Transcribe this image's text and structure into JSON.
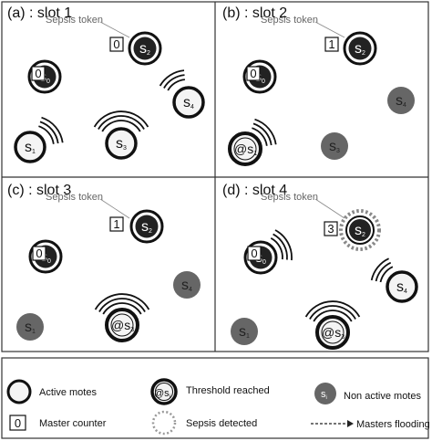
{
  "panels": [
    {
      "title": "(a) : slot 1",
      "token_label": "Sepsis token",
      "counters": [
        {
          "node": "s0",
          "value": "0"
        },
        {
          "node": "s2",
          "value": "0"
        }
      ],
      "nodes": [
        {
          "id": "s0",
          "label": "s",
          "sub": "0",
          "style": "dark-ring"
        },
        {
          "id": "s1",
          "label": "s",
          "sub": "1",
          "style": "active"
        },
        {
          "id": "s2",
          "label": "s",
          "sub": "2",
          "style": "dark-ring"
        },
        {
          "id": "s3",
          "label": "s",
          "sub": "3",
          "style": "active"
        },
        {
          "id": "s4",
          "label": "s",
          "sub": "4",
          "style": "active"
        }
      ]
    },
    {
      "title": "(b) : slot 2",
      "token_label": "Sepsis token",
      "counters": [
        {
          "node": "s0",
          "value": "0"
        },
        {
          "node": "s2",
          "value": "1"
        }
      ],
      "nodes": [
        {
          "id": "s0",
          "label": "s",
          "sub": "0",
          "style": "dark-ring"
        },
        {
          "id": "s1",
          "label": "@s",
          "sub": "1",
          "style": "threshold"
        },
        {
          "id": "s2",
          "label": "s",
          "sub": "2",
          "style": "dark-ring"
        },
        {
          "id": "s3",
          "label": "s",
          "sub": "3",
          "style": "inactive"
        },
        {
          "id": "s4",
          "label": "s",
          "sub": "4",
          "style": "inactive"
        }
      ]
    },
    {
      "title": "(c) : slot 3",
      "token_label": "Sepsis token",
      "counters": [
        {
          "node": "s0",
          "value": "0"
        },
        {
          "node": "s2",
          "value": "1"
        }
      ],
      "nodes": [
        {
          "id": "s0",
          "label": "s",
          "sub": "0",
          "style": "dark-ring"
        },
        {
          "id": "s1",
          "label": "s",
          "sub": "1",
          "style": "inactive"
        },
        {
          "id": "s2",
          "label": "s",
          "sub": "2",
          "style": "dark-ring"
        },
        {
          "id": "s3",
          "label": "@s",
          "sub": "3",
          "style": "threshold"
        },
        {
          "id": "s4",
          "label": "s",
          "sub": "4",
          "style": "inactive"
        }
      ]
    },
    {
      "title": "(d) : slot 4",
      "token_label": "Sepsis token",
      "counters": [
        {
          "node": "s0",
          "value": "0"
        },
        {
          "node": "s2",
          "value": "3"
        }
      ],
      "nodes": [
        {
          "id": "s0",
          "label": "s",
          "sub": "0",
          "style": "dark-ring"
        },
        {
          "id": "s1",
          "label": "s",
          "sub": "1",
          "style": "inactive"
        },
        {
          "id": "s2",
          "label": "s",
          "sub": "2",
          "style": "sepsis"
        },
        {
          "id": "s3",
          "label": "@s",
          "sub": "3",
          "style": "threshold"
        },
        {
          "id": "s4",
          "label": "s",
          "sub": "4",
          "style": "active"
        }
      ]
    }
  ],
  "legend": {
    "active_motes": "Active motes",
    "threshold_reached": "Threshold reached",
    "threshold_symbol": "@s",
    "threshold_sub": "i",
    "non_active_motes": "Non active motes",
    "non_active_symbol": "s",
    "non_active_sub": "i",
    "master_counter": "Master counter",
    "master_counter_value": "0",
    "sepsis_detected": "Sepsis detected",
    "masters_flooding": "Masters flooding"
  },
  "colors": {
    "inactive_fill": "#666666",
    "dark_fill": "#222222",
    "active_fill": "#f4f4f4",
    "sepsis_dots": "#888888",
    "panel_border": "#333333",
    "token_label": "#666666"
  }
}
